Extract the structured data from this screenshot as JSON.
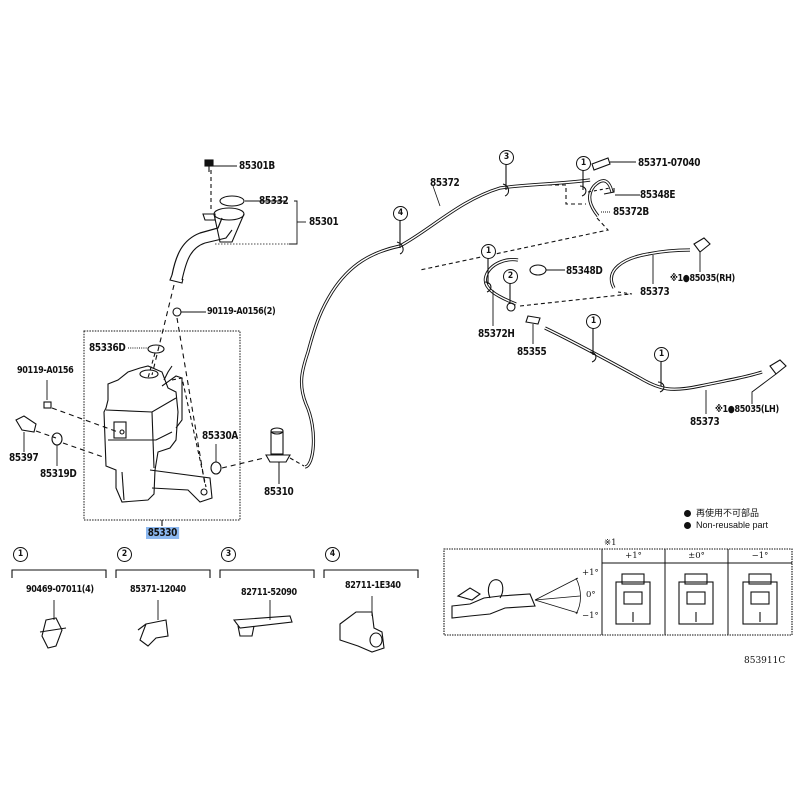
{
  "diagram": {
    "title": "Windshield Washer System Parts Diagram",
    "highlight_color": "#8cb8f0",
    "line_color": "#111111",
    "figure_code": "853911C",
    "parts": [
      {
        "id": "85301B",
        "label": "85301B"
      },
      {
        "id": "85332",
        "label": "85332"
      },
      {
        "id": "85301",
        "label": "85301"
      },
      {
        "id": "90119-A0156-2",
        "label": "90119-A0156(2)"
      },
      {
        "id": "85336D",
        "label": "85336D"
      },
      {
        "id": "90119-A0156",
        "label": "90119-A0156"
      },
      {
        "id": "85397",
        "label": "85397"
      },
      {
        "id": "85319D",
        "label": "85319D"
      },
      {
        "id": "85330A",
        "label": "85330A"
      },
      {
        "id": "85330",
        "label": "85330",
        "highlighted": true
      },
      {
        "id": "85310",
        "label": "85310"
      },
      {
        "id": "85372",
        "label": "85372"
      },
      {
        "id": "85371-07040",
        "label": "85371-07040"
      },
      {
        "id": "85348E",
        "label": "85348E"
      },
      {
        "id": "85372B",
        "label": "85372B"
      },
      {
        "id": "85348D",
        "label": "85348D"
      },
      {
        "id": "85373-rh",
        "label": "85373"
      },
      {
        "id": "85035-rh",
        "label": "※1●85035(RH)"
      },
      {
        "id": "85372H",
        "label": "85372H"
      },
      {
        "id": "85355",
        "label": "85355"
      },
      {
        "id": "85373-lh",
        "label": "85373"
      },
      {
        "id": "85035-lh",
        "label": "※1●85035(LH)"
      }
    ],
    "callouts": [
      "1",
      "2",
      "3",
      "4"
    ],
    "clip_groups": [
      {
        "number": "1",
        "part": "90469-07011(4)"
      },
      {
        "number": "2",
        "part": "85371-12040"
      },
      {
        "number": "3",
        "part": "82711-52090"
      },
      {
        "number": "4",
        "part": "82711-1E340"
      }
    ],
    "legend": {
      "jp": "再使用不可部品",
      "en": "Non-reusable part"
    },
    "adjust_table": {
      "note_mark": "※1",
      "columns": [
        "+1°",
        "±0°",
        "−1°"
      ],
      "angle_labels": [
        "+1°",
        "0°",
        "−1°"
      ]
    }
  }
}
